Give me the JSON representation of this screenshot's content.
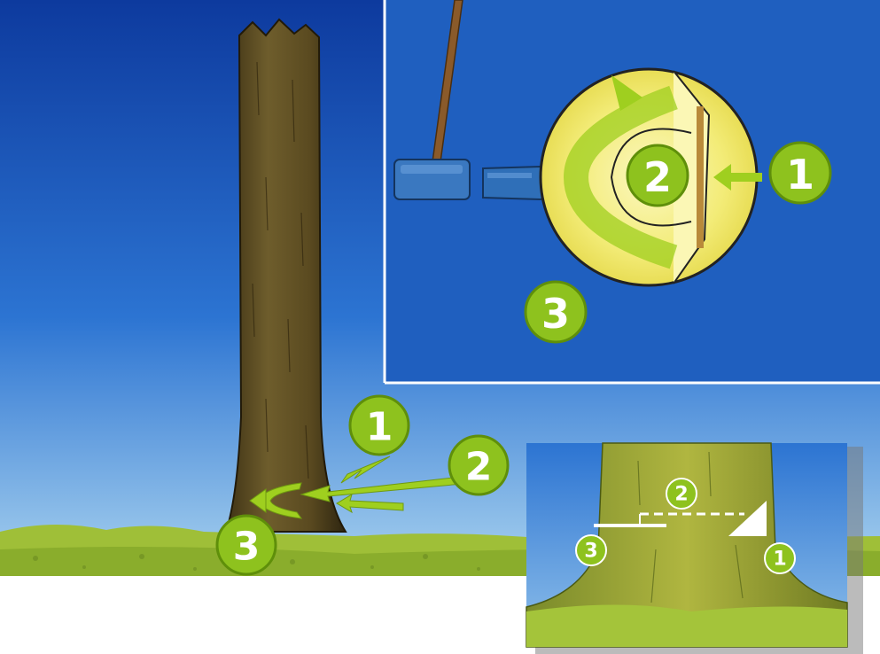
{
  "colors": {
    "sky_top": "#0f3fa8",
    "sky_mid": "#2a6fd0",
    "sky_low": "#9cc8ec",
    "ground": "#9fbf38",
    "ground_dark": "#6f8f22",
    "trunk": "#6b5a2a",
    "trunk_dark": "#3e3215",
    "badge_green": "#8ec21e",
    "badge_dark": "#5f8f0a",
    "arrow_green": "#9fcf1f",
    "disc_yellow": "#f4ee7a",
    "disc_light": "#fbf7b5",
    "inset_border": "#ffffff",
    "wedge_blue": "#2f6fb8",
    "handle_brown": "#8a5a2a"
  },
  "icons": {
    "tree": "tree-trunk-icon",
    "sledgehammer": "sledgehammer-icon",
    "wedge": "felling-wedge-icon",
    "disc": "stump-cross-section-icon",
    "arrows": "felling-direction-arrows-icon"
  },
  "main_labels": {
    "badge_1": "1",
    "badge_2": "2",
    "badge_3": "3"
  },
  "top_inset": {
    "badge_1": "1",
    "badge_2": "2",
    "badge_3": "3"
  },
  "bottom_inset": {
    "badge_1": "1",
    "badge_2": "2",
    "badge_3": "3"
  }
}
